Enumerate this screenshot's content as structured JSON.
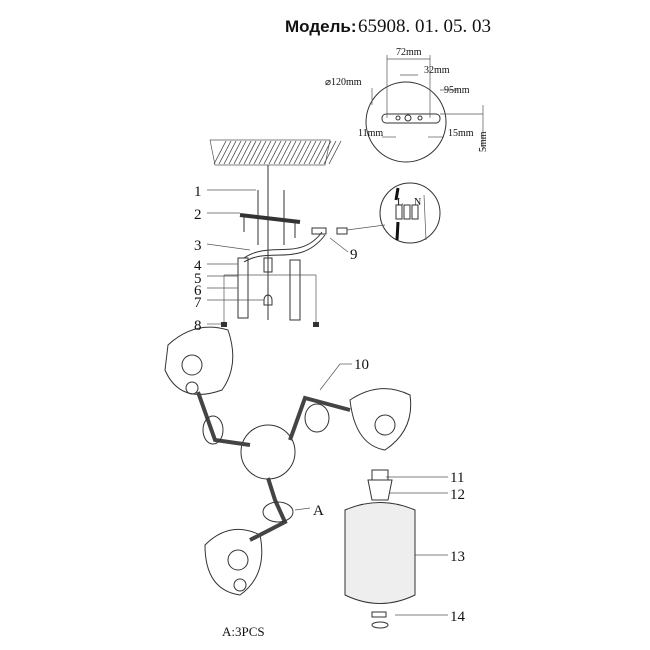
{
  "title": {
    "prefix": "Модель:",
    "model": "65908. 01. 05. 03"
  },
  "dimensions": {
    "d72": "72mm",
    "d32": "32mm",
    "d120": "⌀120mm",
    "d95": "95mm",
    "d11": "11mm",
    "d15": "15mm",
    "d5": "5mm"
  },
  "parts": [
    "1",
    "2",
    "3",
    "4",
    "5",
    "6",
    "7",
    "8",
    "9",
    "10",
    "11",
    "12",
    "13",
    "14",
    "A"
  ],
  "wiring_labels": {
    "l": "L",
    "n": "N"
  },
  "note": "A:3PCS"
}
